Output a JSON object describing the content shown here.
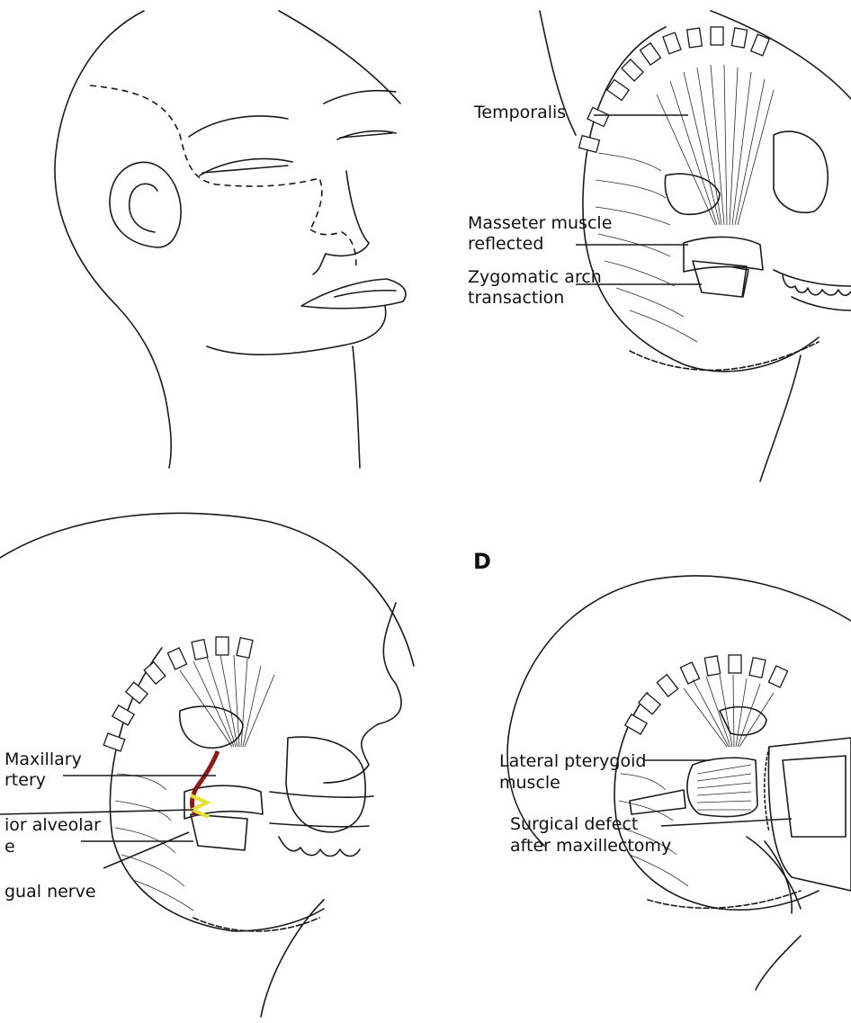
{
  "panels": {
    "b": {
      "labels": {
        "temporalis": "Temporalis",
        "masseter_1": "Masseter muscle",
        "masseter_2": "reflected",
        "zygomatic_1": "Zygomatic arch",
        "zygomatic_2": "transaction"
      }
    },
    "c": {
      "labels": {
        "maxillary_1": "Maxillary",
        "maxillary_2": "rtery",
        "alveolar_1": "ior alveolar",
        "alveolar_2": "e",
        "lingual": "gual nerve"
      },
      "colors": {
        "artery": "#8b1a1a",
        "nerve": "#e8e030"
      }
    },
    "d": {
      "letter": "D",
      "labels": {
        "pterygoid_1": "Lateral pterygoid",
        "pterygoid_2": "muscle",
        "defect_1": "Surgical defect",
        "defect_2": "after maxillectomy"
      }
    }
  }
}
